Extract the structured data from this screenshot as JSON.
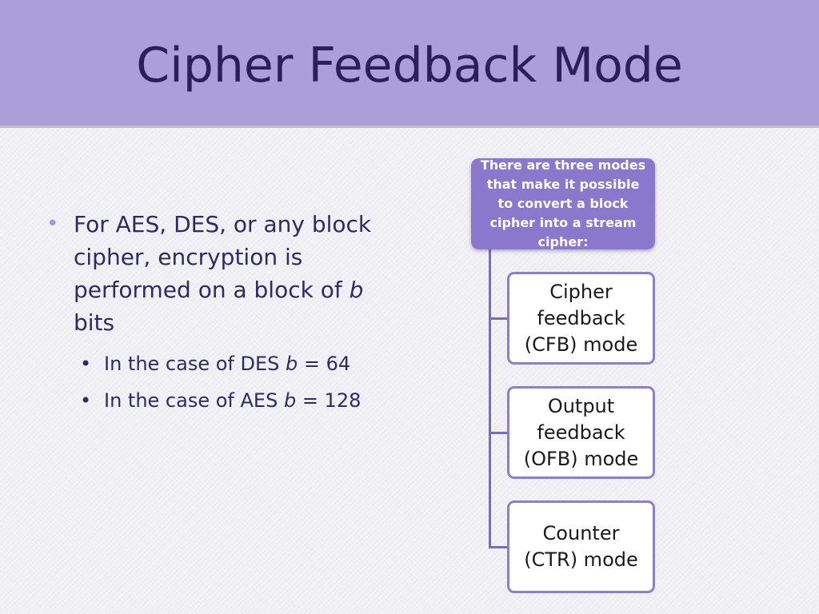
{
  "slide": {
    "title": "Cipher Feedback Mode"
  },
  "bullets": {
    "main": {
      "text": "For AES, DES, or any block cipher, encryption is performed on a block of ",
      "var": "b",
      "tail": " bits"
    },
    "sub": [
      {
        "prefix": "In the case of DES ",
        "var": "b",
        "suffix": " = 64"
      },
      {
        "prefix": "In the case of AES ",
        "var": "b",
        "suffix": " = 128"
      }
    ]
  },
  "diagram": {
    "header": "There are three modes that make it possible to convert a block cipher into a stream cipher:",
    "modes": [
      "Cipher feedback (CFB) mode",
      "Output feedback (OFB) mode",
      "Counter (CTR) mode"
    ]
  },
  "colors": {
    "header_band": "#ab9fd9",
    "title_text": "#2a1f58",
    "diagram_header_fill": "#8a78cc",
    "node_border": "#8e7fce",
    "connector": "#7a6bbf"
  }
}
